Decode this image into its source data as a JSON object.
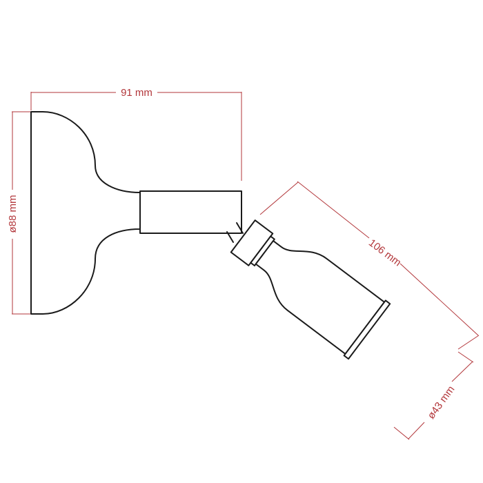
{
  "colors": {
    "outline": "#1a1a1a",
    "dimension": "#b2363a",
    "background": "#ffffff"
  },
  "dimensions": {
    "width_label": "91 mm",
    "base_diameter_label": "ø88 mm",
    "length_label": "106 mm",
    "shade_diameter_label": "ø43 mm"
  }
}
